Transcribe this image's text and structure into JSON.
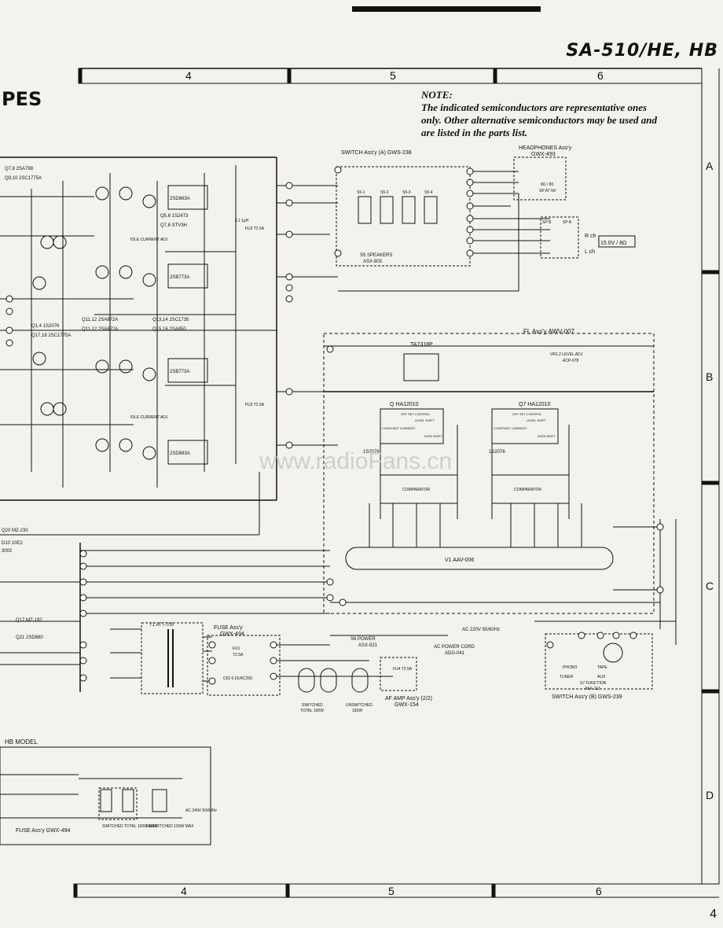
{
  "header": {
    "model": "SA-510/HE, HB",
    "title_fragment": "PES"
  },
  "note": {
    "heading": "NOTE:",
    "lines": [
      "The indicated semiconductors are representative ones",
      "only. Other alternative semiconductors may be used and",
      "are listed in the parts list."
    ]
  },
  "grid": {
    "columns": [
      "4",
      "5",
      "6"
    ],
    "rows": [
      "A",
      "B",
      "C",
      "D"
    ]
  },
  "assemblies": {
    "switch_a": "SWITCH Ass'y (A)  GWS-238",
    "headphones": "HEADPHONES Ass'y",
    "headphones_part": "GWX-493",
    "fl": "FL Ass'y   AWV-007",
    "fuse": "FUSE Ass'y",
    "fuse_part": "GWX-494",
    "af_amp": "AF AMP Ass'y (2/2)",
    "af_amp_part": "GWX-154",
    "switch_b": "SWITCH Ass'y (B)  GWS-239",
    "hb_model": "HB MODEL",
    "hb_fuse": "FUSE Ass'y  GWX-494",
    "fl_tube": "V1  AAV-006"
  },
  "ics": {
    "ta": "TA7318P",
    "q_ha_left": "Q HA12010",
    "q_ha_right": "Q7 HA12010",
    "comparator": "COMPARATOR",
    "level_shift": "LEVEL SHIFT",
    "constant_current": "CONSTANT CURRENT",
    "off_set_control": "OFF SET CONTROL",
    "data_shift": "DATA SHIFT"
  },
  "transistors": [
    "Q11,12  2SA872A",
    "Q13,14  2SC1735",
    "Q15,16  2SA850",
    "Q1,4  1S2076",
    "Q7,8  2SA798",
    "Q9,10  2SC1775A",
    "Q5,6  1S2473",
    "Q7,8  STV3H",
    "Q11,12  2SA872A",
    "Q17,18  2SC1775A",
    "2SD883A",
    "2SB773A",
    "2SB773A",
    "2SD883A"
  ],
  "power": {
    "ac_in": "AC 220V 50/60Hz",
    "ac_cord": "AC POWER CORD",
    "ac_cord_part": "ADG-041",
    "s6_power": "S6  POWER",
    "s6_part": "ASX-521",
    "switched": "SWITCHED",
    "switched_total": "TOTAL 100W",
    "unswitched": "UNSWITCHED",
    "unswitched_w": "150W",
    "hb_ac": "AC 240V 50/60Hz",
    "hb_switched": "SWITCHED TOTAL 100W MAX",
    "hb_unswitched": "UNSWITCHED 100W MAX",
    "t1": "T1  ATT-705",
    "fu1": "FU1",
    "fu4": "FU4  T2.5A",
    "fu_rating": "T2.5A",
    "c62": "C62  0.01/AC250"
  },
  "speaker": {
    "rch": "R ch",
    "lch": "L ch",
    "impedance": "15.0V / 8Ω",
    "ss": "S5  SPEAKERS",
    "ss_part": "ASX-803",
    "ss1": "S5-1",
    "ss2": "S5-2",
    "ss3": "S5-3",
    "ss4": "S5-4",
    "sp_a": "SP A",
    "sp_b": "SP B",
    "hp_r": "8Ω / 80",
    "hp_res": "SP AT IW"
  },
  "switch_b": {
    "phono": "PHONO",
    "tape": "TAPE ",
    "tuner": "TUNER",
    "aux": "AUX",
    "function": "S7  FUNCTION",
    "function_part": "ASX-113"
  },
  "misc": {
    "zener1": "Q20  MZ-230",
    "zener2": "Q17  MZ-192",
    "q21": "Q21 2SD880",
    "d10": "D10  10E2",
    "d_3002": "3002",
    "idle1": "IDLE CURRENT ADJ",
    "idle2": "IDLE CURRENT ADJ",
    "level_adj": "VR1,2  LEVEL ADJ",
    "level_adj_part": "ACP-078",
    "watermark": "www.radioFans.cn",
    "fu_l": "FU2 T2.5A",
    "fu_r": "FU3 T2.5A",
    "ls": "L1 1μH",
    "d1": "1S2076",
    "d2": "1S2076",
    "page": "4"
  }
}
